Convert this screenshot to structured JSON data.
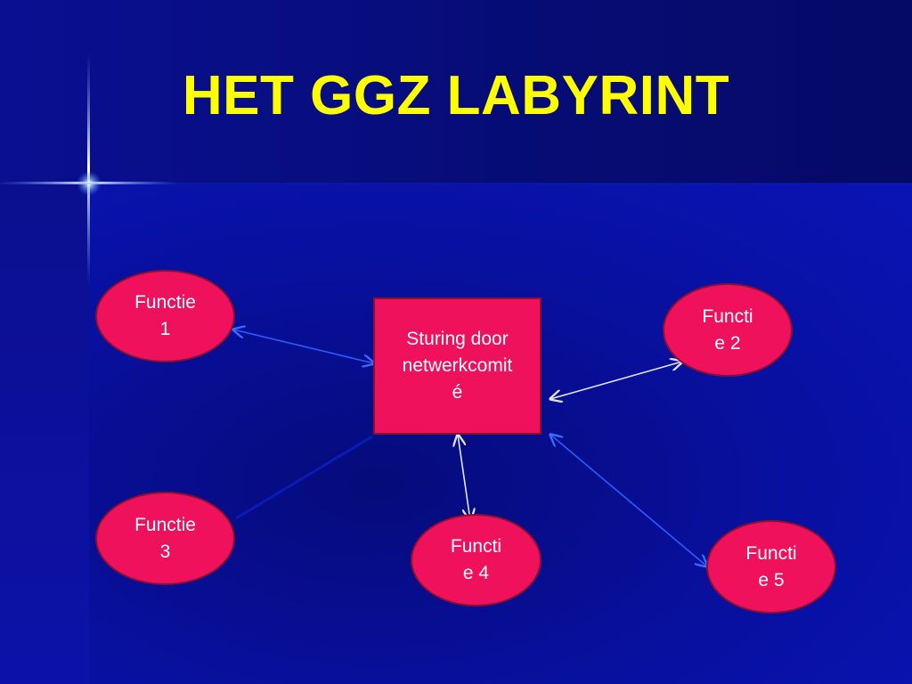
{
  "slide": {
    "title": "HET GGZ LABYRINT"
  },
  "diagram": {
    "center": {
      "lines": [
        "Sturing door",
        "netwerkcomit",
        "é"
      ]
    },
    "nodes": [
      {
        "id": "f1",
        "lines": [
          "Functie",
          "1"
        ]
      },
      {
        "id": "f2",
        "lines": [
          "Functi",
          "e 2"
        ]
      },
      {
        "id": "f3",
        "lines": [
          "Functie",
          "3"
        ]
      },
      {
        "id": "f4",
        "lines": [
          "Functi",
          "e 4"
        ]
      },
      {
        "id": "f5",
        "lines": [
          "Functi",
          "e 5"
        ]
      }
    ]
  },
  "colors": {
    "title": "#ffff00",
    "node_fill": "#f0115c",
    "node_border": "#8a1030",
    "connector_blue": "#2a5cff",
    "connector_white": "#e0e4ff"
  }
}
